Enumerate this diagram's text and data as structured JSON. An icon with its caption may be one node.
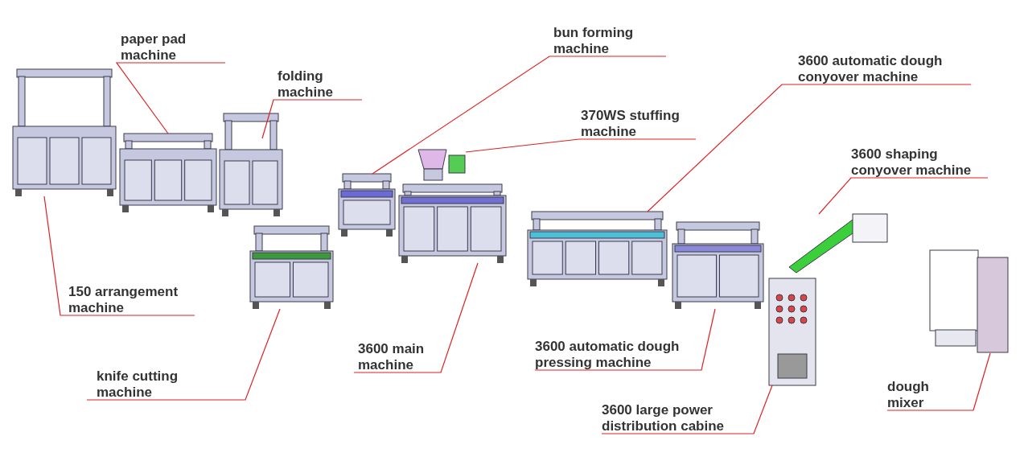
{
  "diagram": {
    "nodes": [
      {
        "text": [
          "paper pad machine"
        ]
      },
      {
        "text": [
          "folding machine"
        ]
      },
      {
        "text": [
          "bun forming machine"
        ]
      },
      {
        "text": [
          "370WS stuffing machine"
        ]
      },
      {
        "text": [
          "3600 automatic dough conyover machine"
        ]
      },
      {
        "text": [
          "3600 shaping conyover machine"
        ]
      },
      {
        "text": [
          "150 arrangement machine"
        ]
      },
      {
        "text": [
          "3600 main machine"
        ]
      },
      {
        "text": [
          "3600 automatic dough pressing machine"
        ]
      },
      {
        "text": [
          "knife cutting machine"
        ]
      },
      {
        "text": [
          "3600 large power distribution cabine"
        ]
      },
      {
        "text": [
          "dough mixer"
        ]
      },
      {
        "text": [],
        "shape": "picture"
      },
      {
        "text": [],
        "shape": "picture"
      },
      {
        "text": [],
        "shape": "picture"
      },
      {
        "text": [],
        "shape": "picture"
      },
      {
        "text": [],
        "shape": "picture"
      },
      {
        "text": [],
        "shape": "picture"
      },
      {
        "text": [],
        "shape": "picture"
      },
      {
        "text": [],
        "shape": "picture"
      },
      {
        "text": [],
        "shape": "picture"
      },
      {
        "text": [],
        "shape": "picture"
      },
      {
        "text": [],
        "shape": "picture"
      },
      {
        "text": [],
        "shape": "picture"
      }
    ],
    "edges": [
      {
        "from": 0,
        "to": 13,
        "arrow": "none"
      },
      {
        "from": 1,
        "to": 14,
        "arrow": "none"
      },
      {
        "from": 2,
        "to": 16,
        "arrow": "none"
      },
      {
        "from": 3,
        "to": 18,
        "arrow": "none"
      },
      {
        "from": 4,
        "to": 19,
        "arrow": "none"
      },
      {
        "from": 5,
        "to": 22,
        "arrow": "none"
      },
      {
        "from": 6,
        "to": 12,
        "arrow": "none"
      },
      {
        "from": 7,
        "to": 17,
        "arrow": "none"
      },
      {
        "from": 8,
        "to": 20,
        "arrow": "none"
      },
      {
        "from": 9,
        "to": 15,
        "arrow": "none"
      },
      {
        "from": 10,
        "to": 21,
        "arrow": "none"
      },
      {
        "from": 11,
        "to": 23,
        "arrow": "none"
      }
    ]
  }
}
